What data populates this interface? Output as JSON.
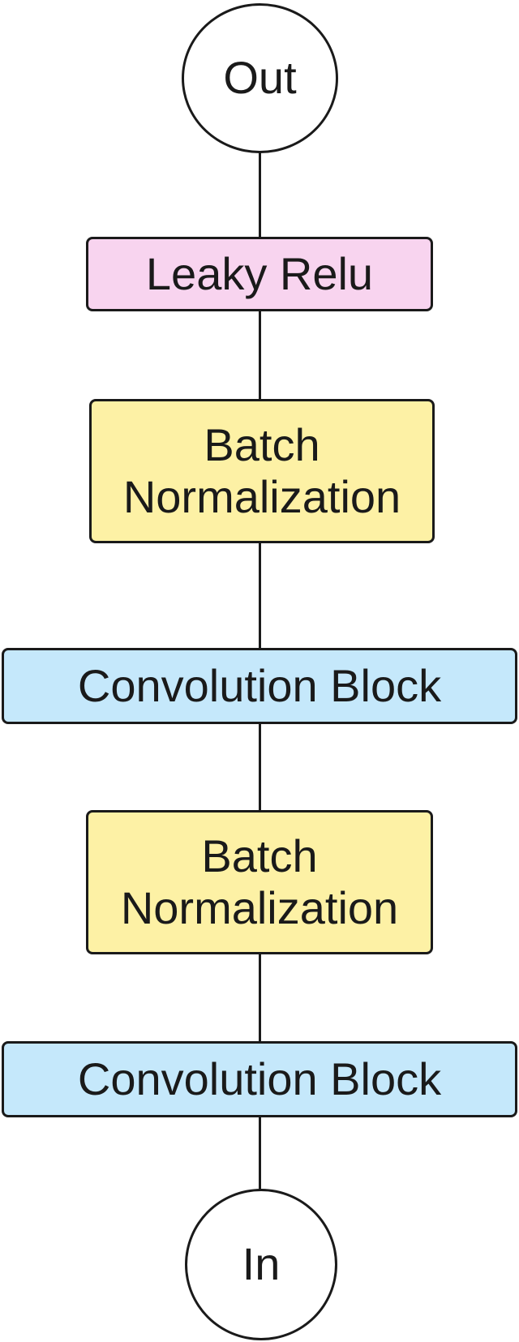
{
  "diagram": {
    "nodes": [
      {
        "id": "out",
        "label": "Out",
        "shape": "circle",
        "fill": "#ffffff"
      },
      {
        "id": "leaky-relu",
        "label": "Leaky Relu",
        "shape": "rect",
        "fill": "#f8d4ef"
      },
      {
        "id": "batch-norm-top",
        "label_line1": "Batch",
        "label_line2": "Normalization",
        "shape": "rect",
        "fill": "#fdf1a5"
      },
      {
        "id": "conv-block-top",
        "label": "Convolution Block",
        "shape": "rect",
        "fill": "#c5e8fb"
      },
      {
        "id": "batch-norm-bottom",
        "label_line1": "Batch",
        "label_line2": "Normalization",
        "shape": "rect",
        "fill": "#fdf1a5"
      },
      {
        "id": "conv-block-bottom",
        "label": "Convolution Block",
        "shape": "rect",
        "fill": "#c5e8fb"
      },
      {
        "id": "in",
        "label": "In",
        "shape": "circle",
        "fill": "#ffffff"
      }
    ],
    "edges": [
      {
        "from": "in",
        "to": "conv-block-bottom"
      },
      {
        "from": "conv-block-bottom",
        "to": "batch-norm-bottom"
      },
      {
        "from": "batch-norm-bottom",
        "to": "conv-block-top"
      },
      {
        "from": "conv-block-top",
        "to": "batch-norm-top"
      },
      {
        "from": "batch-norm-top",
        "to": "leaky-relu"
      },
      {
        "from": "leaky-relu",
        "to": "out"
      }
    ]
  }
}
